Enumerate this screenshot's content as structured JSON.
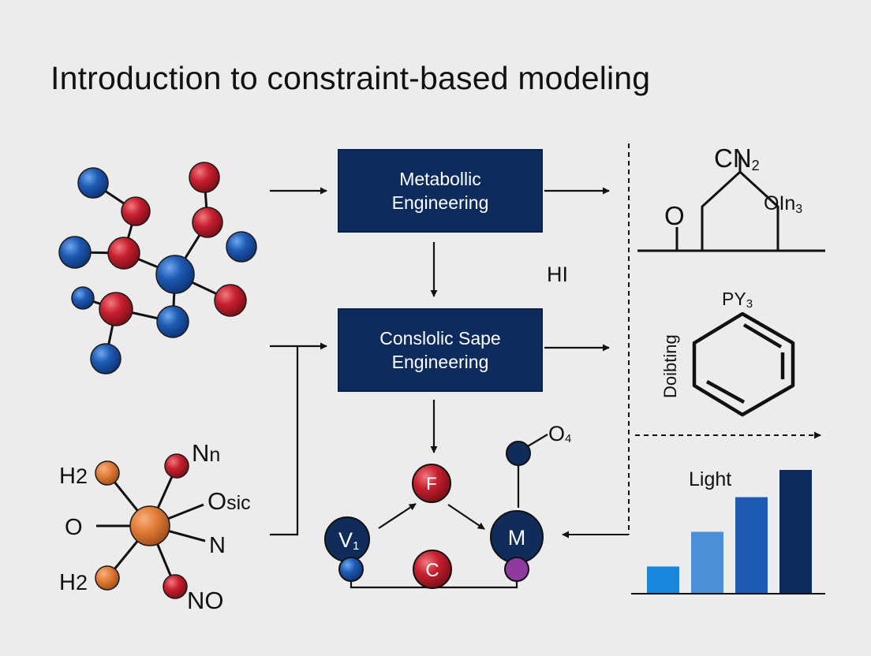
{
  "title": "Introduction to constraint-based modeling",
  "boxes": {
    "metabolic": {
      "line1": "Metabollic",
      "line2": "Engineering"
    },
    "constraint": {
      "line1": "Conslolic Sape",
      "line2": "Engineering"
    }
  },
  "labels": {
    "hl": "HI",
    "cn2_main": "CN",
    "cn2_sub": "2",
    "o_left": "O",
    "oln3_main": "OIn",
    "oln3_sub": "3",
    "py3_main": "PY",
    "py3_sub": "3",
    "doibting": "Doibting",
    "light": "Light"
  },
  "star_molecule": {
    "h2_top_main": "H",
    "h2_top_sub": "2",
    "nn_main": "N",
    "nn_sub": "n",
    "osic_main": "O",
    "osic_sub": "sic",
    "o_left": "O",
    "n_right": "N",
    "h2_bottom_main": "H",
    "h2_bottom_sub": "2",
    "no": "NO"
  },
  "cycle": {
    "v1_main": "V",
    "v1_sub": "1",
    "top_node": "F",
    "m_node": "M",
    "c_node": "C",
    "o4_main": "O",
    "o4_sub": "4"
  },
  "colors": {
    "box_fill": "#0d2b5c",
    "atom_blue": "#1e5bb4",
    "atom_red": "#c8202f",
    "atom_orange": "#e07a35",
    "node_navy": "#0f2c5a",
    "node_purple": "#8e3aa1"
  },
  "chart_data": {
    "type": "bar",
    "categories": [
      "",
      "",
      "",
      ""
    ],
    "values": [
      0.22,
      0.5,
      0.78,
      1.0
    ],
    "title": "",
    "xlabel": "",
    "ylabel": "",
    "ylim": [
      0,
      1
    ],
    "annotation": "Light",
    "colors": [
      "#1a86dc",
      "#4a90d6",
      "#1e5bb4",
      "#0d2b5c"
    ]
  }
}
